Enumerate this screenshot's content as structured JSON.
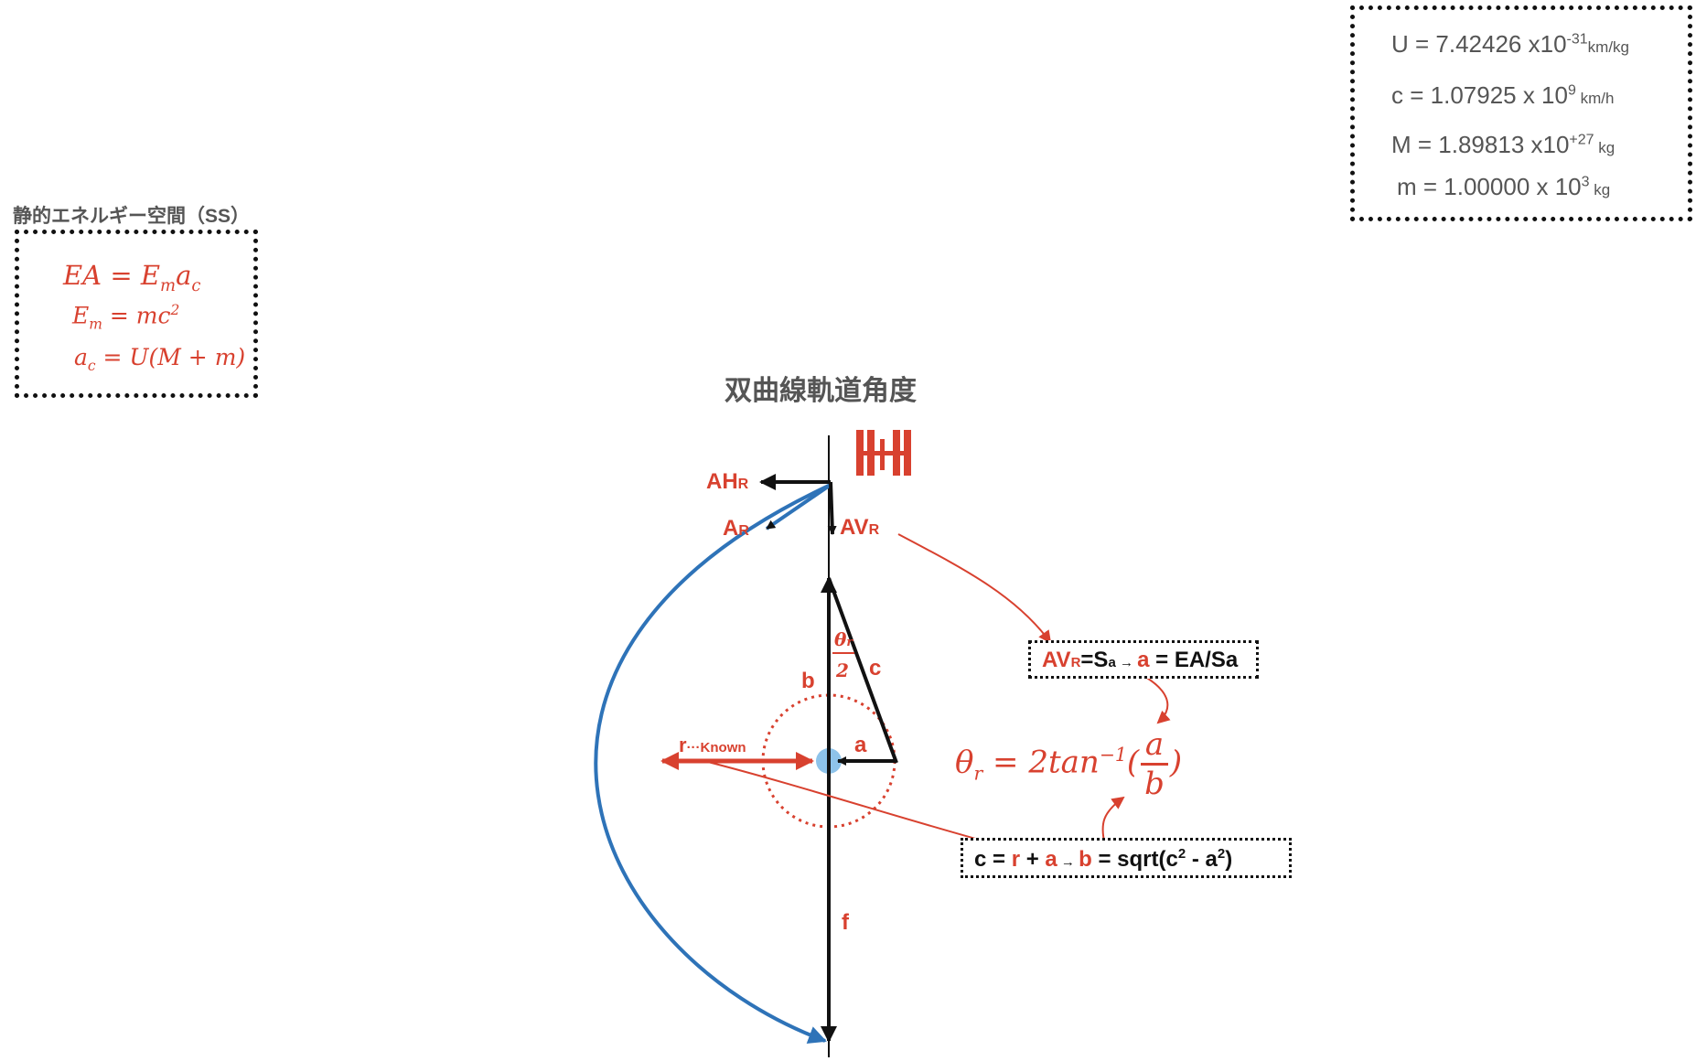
{
  "constants": {
    "U": {
      "prefix": "U = 7.42426 x10",
      "exp": "-31",
      "unit": "km/kg"
    },
    "c": {
      "prefix": "c = 1.07925 x 10",
      "exp": "9",
      "unit": " km/h"
    },
    "M": {
      "prefix": "M = 1.89813 x10",
      "exp": "+27",
      "unit": " kg"
    },
    "m": {
      "prefix": "m = 1.00000 x 10",
      "exp": "3",
      "unit": " kg"
    }
  },
  "ss": {
    "title": "静的エネルギー空間（SS）",
    "eq1": {
      "lhs": "EA = E",
      "sub1": "m",
      "mid": "a",
      "sub2": "c"
    },
    "eq2": {
      "lhs": "E",
      "sub": "m",
      "rhs": " = mc",
      "sup": "2"
    },
    "eq3": {
      "lhs": "a",
      "sub": "c",
      "rhs": " = U(M + m)"
    }
  },
  "diagram": {
    "title": "双曲線軌道角度",
    "labels": {
      "ah": "AH",
      "ah_sub": "R",
      "a_r": "A",
      "a_r_sub": "R",
      "av": "AV",
      "av_sub": "R",
      "theta": "θ",
      "theta_sub": "r",
      "two": "2",
      "c": "c",
      "b": "b",
      "a": "a",
      "f": "f",
      "r": "r",
      "r_known": "···Known"
    },
    "box1": {
      "av": "AV",
      "av_sub": "R",
      "eq_s": "=S",
      "s_sub": "a",
      "arrow": " → ",
      "a": "a",
      "rest": " = EA/Sa"
    },
    "box2": {
      "c_eq": "c = ",
      "r": "r",
      "plus": " + ",
      "a": "a",
      "arrow": " → ",
      "b": "b",
      "rest": " = sqrt(c",
      "sq1": "2",
      "minus": " - a",
      "sq2": "2",
      "close": ")"
    },
    "theta_eq": {
      "theta": "θ",
      "sub": "r",
      "eq": " = 2tan",
      "sup": "−1",
      "open": "(",
      "num": "a",
      "den": "b",
      "close": ")"
    },
    "colors": {
      "red": "#d8412f",
      "blue": "#2e73b8",
      "black": "#111111",
      "light_blue": "#8ec3ea"
    }
  }
}
